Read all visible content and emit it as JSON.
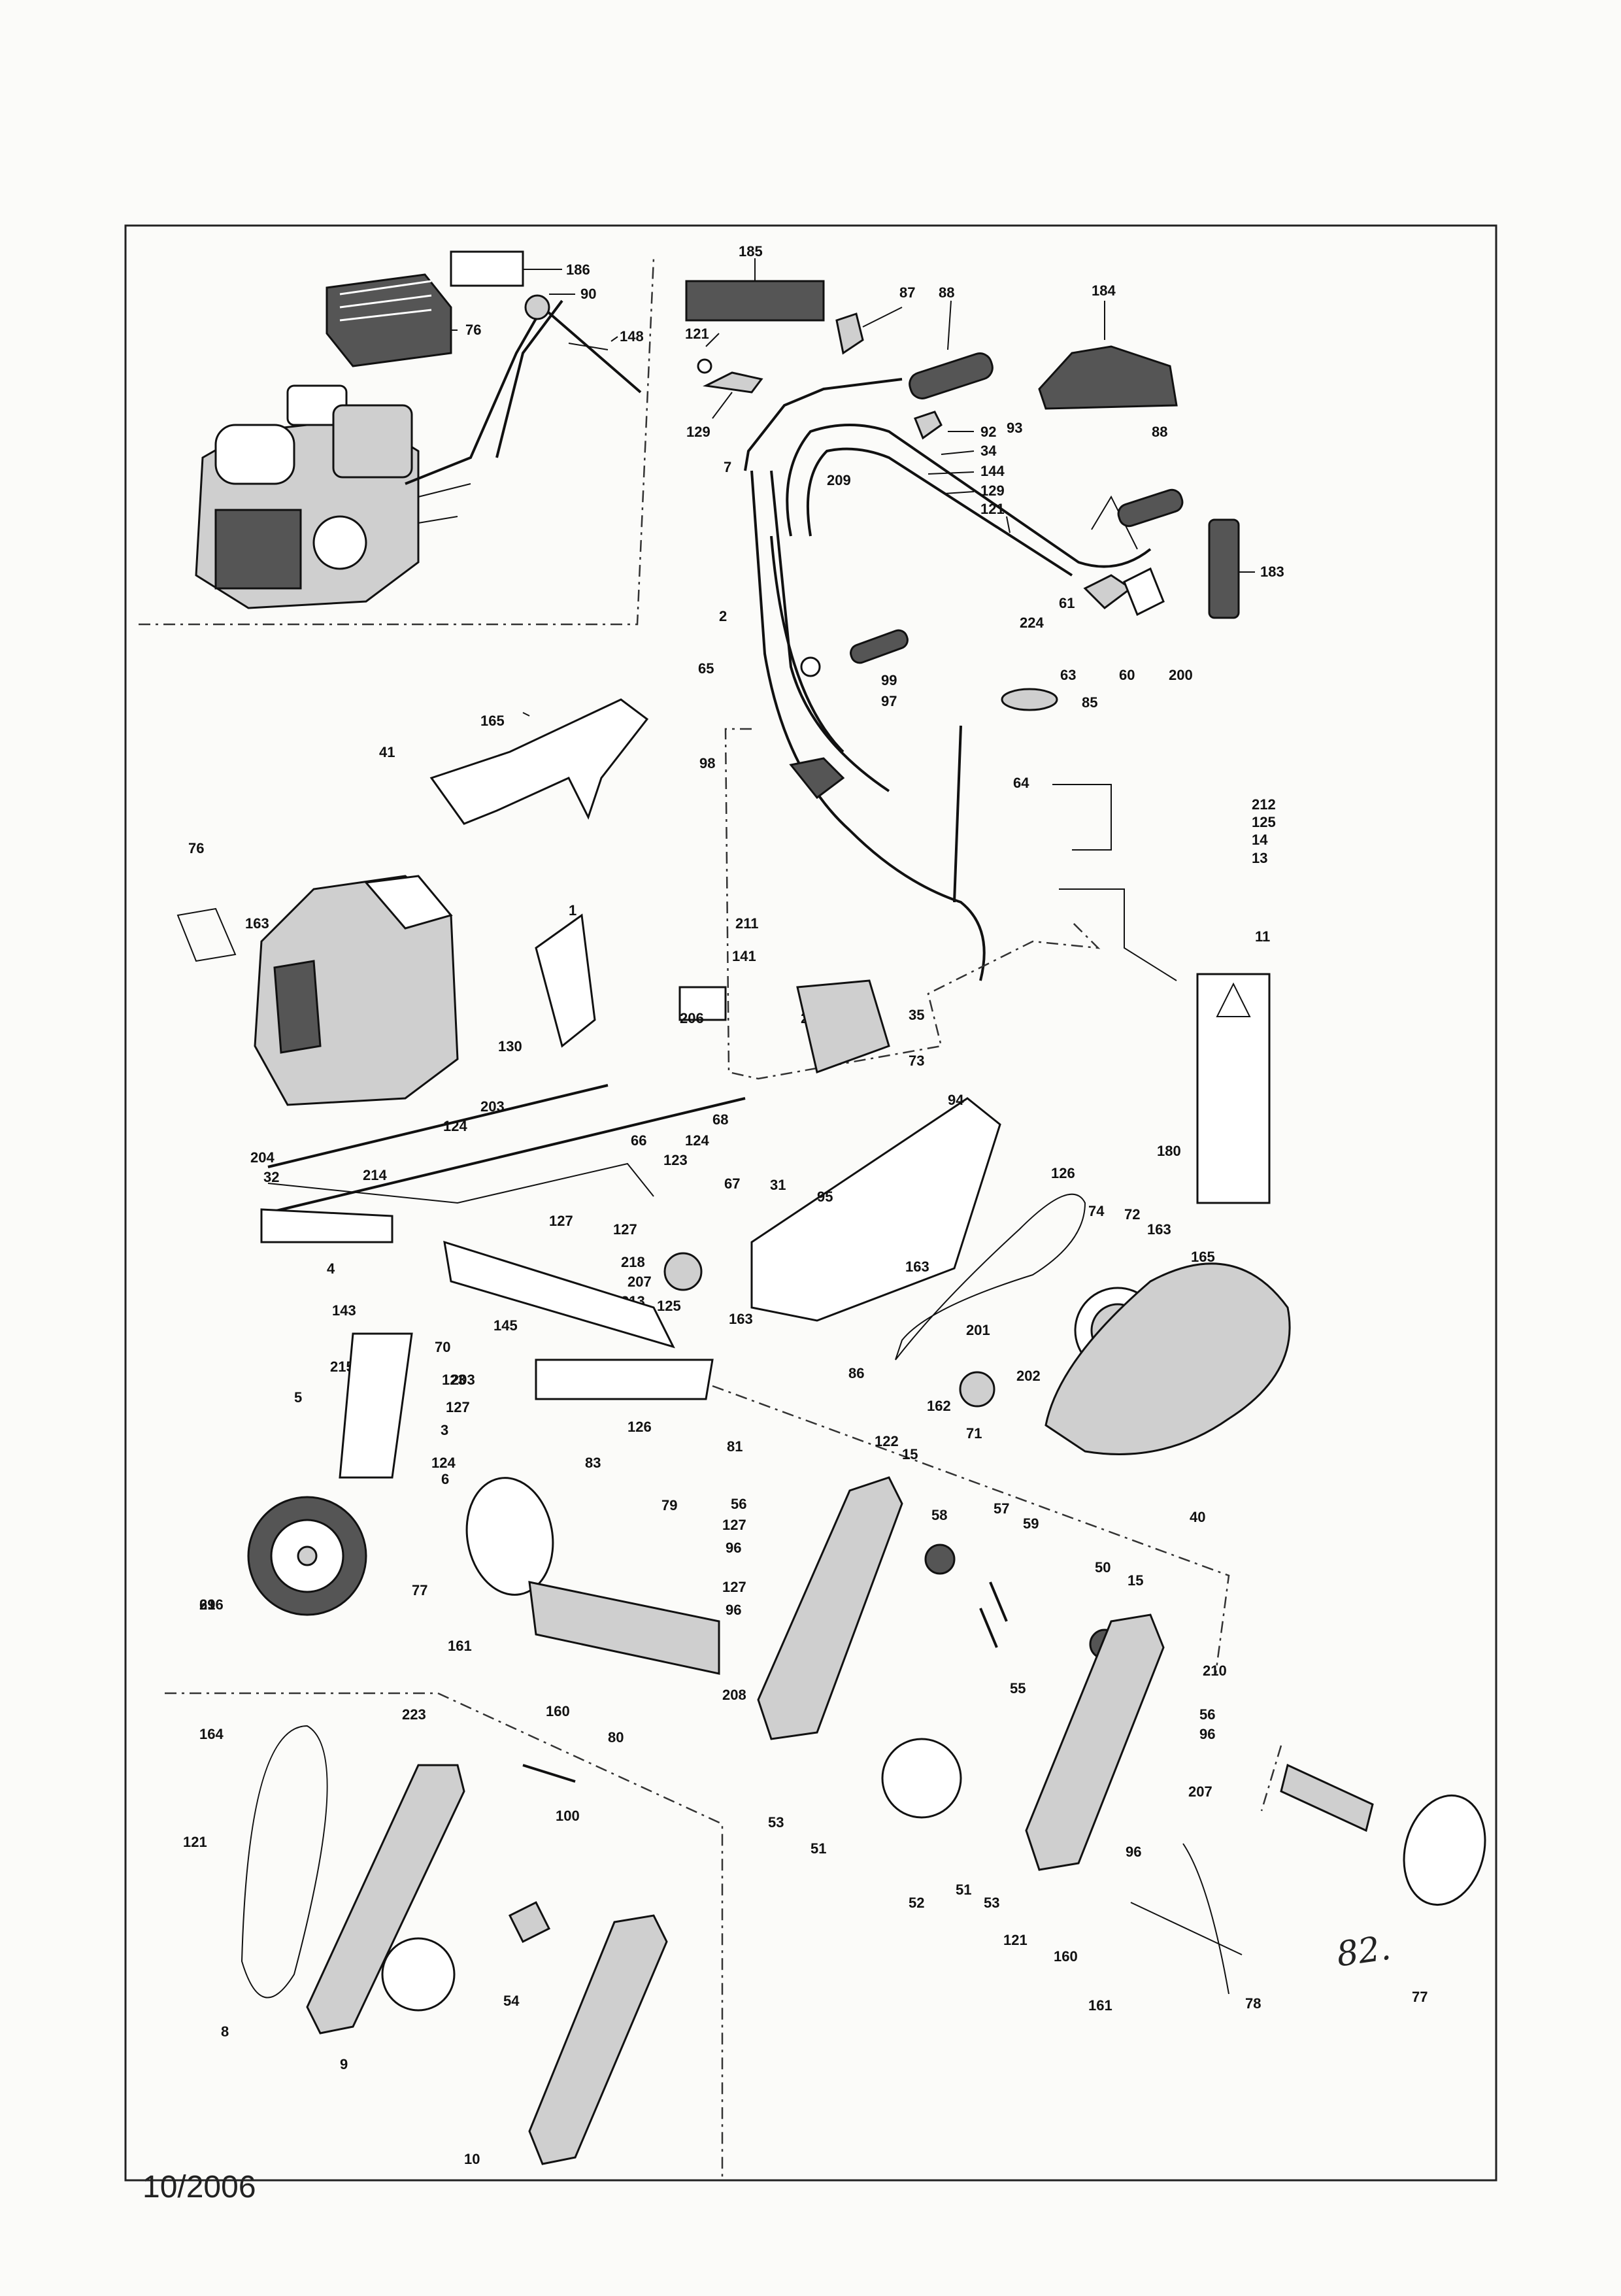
{
  "footer": {
    "date": "10/2006"
  },
  "handwritten_note": "82.",
  "callouts": {
    "engine_inset": [
      "186",
      "90",
      "76",
      "148"
    ],
    "handlebar": [
      "185",
      "87",
      "88",
      "184",
      "121",
      "129",
      "7",
      "93",
      "92",
      "34",
      "209",
      "144",
      "129",
      "121",
      "88",
      "183",
      "61",
      "224",
      "63",
      "60",
      "200",
      "2",
      "65",
      "99",
      "97",
      "85",
      "98",
      "64"
    ],
    "frame": [
      "165",
      "41",
      "76",
      "1",
      "163",
      "206",
      "206",
      "130",
      "203",
      "124",
      "204",
      "32",
      "214",
      "4",
      "127",
      "127",
      "218",
      "207",
      "213",
      "125",
      "66",
      "123",
      "124",
      "68",
      "67",
      "31",
      "143",
      "215",
      "70",
      "145",
      "123",
      "203",
      "127",
      "3",
      "126",
      "5",
      "124",
      "6",
      "216",
      "69"
    ],
    "controls": [
      "211",
      "141",
      "35",
      "73",
      "94",
      "95",
      "163",
      "163",
      "86",
      "201",
      "162",
      "202",
      "71",
      "126",
      "74",
      "72",
      "163",
      "165",
      "40",
      "212",
      "125",
      "14",
      "13",
      "11",
      "180"
    ],
    "tines": [
      "81",
      "83",
      "79",
      "77",
      "161",
      "160",
      "80",
      "56",
      "127",
      "96",
      "127",
      "96",
      "122",
      "15",
      "58",
      "57",
      "59",
      "55",
      "50",
      "15",
      "210",
      "56",
      "96",
      "207",
      "208",
      "53",
      "51",
      "52",
      "51",
      "53",
      "96",
      "121",
      "160",
      "161",
      "78",
      "77"
    ],
    "chain_inset": [
      "164",
      "223",
      "121",
      "100",
      "8",
      "9",
      "54",
      "10"
    ]
  }
}
